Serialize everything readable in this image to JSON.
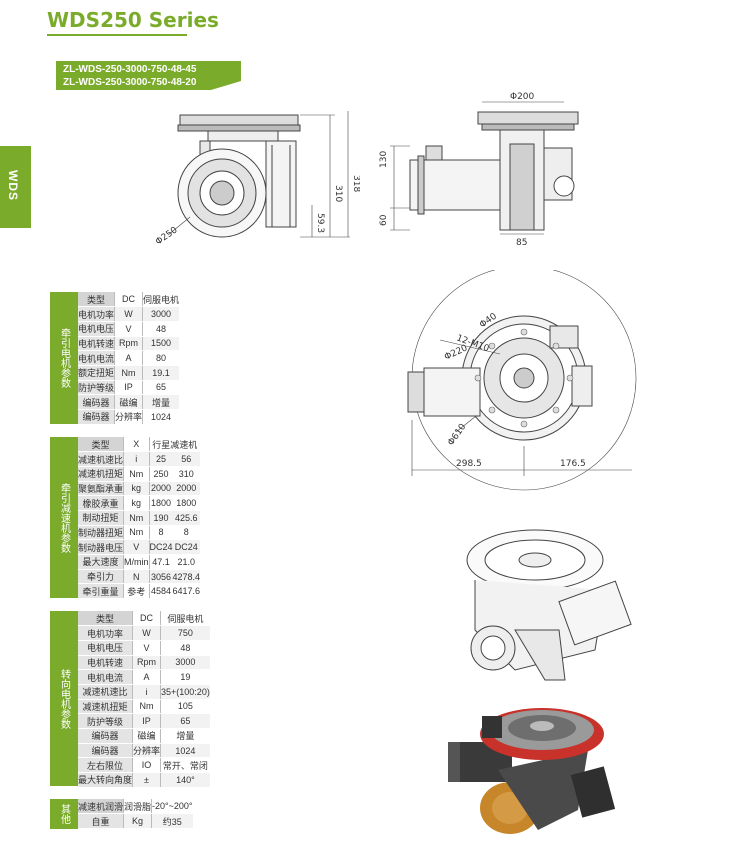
{
  "header": {
    "series_title": "WDS250 Series"
  },
  "models": [
    "ZL-WDS-250-3000-750-48-45",
    "ZL-WDS-250-3000-750-48-20"
  ],
  "side_tab": "WDS",
  "dimensions": {
    "front": {
      "wheel_dia": "Φ250",
      "height_a": "310",
      "height_b": "318",
      "offset": "59.3"
    },
    "side": {
      "flange_dia": "Φ200",
      "h1": "130",
      "h2": "60",
      "width": "85"
    },
    "top": {
      "bolt_pcd": "12-M10",
      "d40": "Φ40",
      "d220": "Φ220",
      "d610": "Φ610",
      "len_left": "298.5",
      "len_right": "176.5"
    }
  },
  "tables": {
    "traction_motor": {
      "label": "牵引电机参数",
      "rows": [
        [
          "类型",
          "DC",
          "伺服电机"
        ],
        [
          "电机功率",
          "W",
          "3000"
        ],
        [
          "电机电压",
          "V",
          "48"
        ],
        [
          "电机转速",
          "Rpm",
          "1500"
        ],
        [
          "电机电流",
          "A",
          "80"
        ],
        [
          "额定扭矩",
          "Nm",
          "19.1"
        ],
        [
          "防护等级",
          "IP",
          "65"
        ],
        [
          "编码器",
          "磁编",
          "增量"
        ],
        [
          "编码器",
          "分辨率",
          "1024"
        ]
      ]
    },
    "traction_reducer": {
      "label": "牵引减速机参数",
      "header": [
        "类型",
        "X",
        "行星减速机"
      ],
      "rows": [
        [
          "减速机速比",
          "i",
          "25",
          "56"
        ],
        [
          "减速机扭矩",
          "Nm",
          "250",
          "310"
        ],
        [
          "聚氨酯承重",
          "kg",
          "2000",
          "2000"
        ],
        [
          "橡胶承重",
          "kg",
          "1800",
          "1800"
        ],
        [
          "制动扭矩",
          "Nm",
          "190",
          "425.6"
        ],
        [
          "制动器扭矩",
          "Nm",
          "8",
          "8"
        ],
        [
          "制动器电压",
          "V",
          "DC24",
          "DC24"
        ],
        [
          "最大速度",
          "M/min",
          "47.1",
          "21.0"
        ],
        [
          "牵引力",
          "N",
          "3056",
          "4278.4"
        ],
        [
          "牵引重量",
          "参考",
          "4584",
          "6417.6"
        ]
      ]
    },
    "steering_motor": {
      "label": "转向电机参数",
      "rows": [
        [
          "类型",
          "DC",
          "伺服电机"
        ],
        [
          "电机功率",
          "W",
          "750"
        ],
        [
          "电机电压",
          "V",
          "48"
        ],
        [
          "电机转速",
          "Rpm",
          "3000"
        ],
        [
          "电机电流",
          "A",
          "19"
        ],
        [
          "减速机速比",
          "i",
          "35+(100:20)"
        ],
        [
          "减速机扭矩",
          "Nm",
          "105"
        ],
        [
          "防护等级",
          "IP",
          "65"
        ],
        [
          "编码器",
          "磁编",
          "增量"
        ],
        [
          "编码器",
          "分辨率",
          "1024"
        ],
        [
          "左右限位",
          "IO",
          "常开、常闭"
        ],
        [
          "最大转向角度",
          "±",
          "140°"
        ]
      ]
    },
    "other": {
      "label": "其他",
      "rows": [
        [
          "减速机润滑",
          "润滑脂",
          "-20°~200°"
        ],
        [
          "自重",
          "Kg",
          "约35"
        ]
      ]
    }
  },
  "colors": {
    "accent": "#7aab2a",
    "wheel_red": "#c8322a",
    "wheel_orange": "#c8862a"
  }
}
